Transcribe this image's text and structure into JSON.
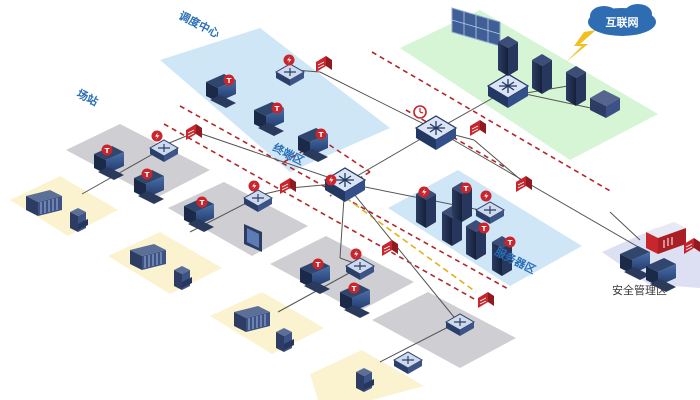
{
  "labels": {
    "dispatch_center": "调度中心",
    "station": "场站",
    "terminal_zone": "终端区",
    "service_zone": "服务器区",
    "internet": "互联网",
    "security_mgmt": "安全管理区"
  },
  "colors": {
    "dispatch_zone": "#cfe6f7",
    "internet_zone": "#d5f5d5",
    "server_zone": "#cfe6f7",
    "station_zone": "#cfcfd3",
    "field_zone": "#fbf3cf",
    "mgmt_zone": "#dde0f3",
    "red_dash": "#b3262b",
    "yellow_dash": "#e0b31a",
    "cloud": "#2f6db3",
    "link": "#555555"
  },
  "icons": {
    "switch": "switch-icon",
    "terminal": "terminal-icon",
    "firewall": "firewall-icon",
    "security_device": "security-device-icon",
    "server": "server-icon",
    "plc": "plc-icon",
    "rtu": "rtu-icon",
    "video_wall": "video-wall-icon",
    "cloud": "cloud-icon",
    "lightning": "lightning-icon",
    "audit": "audit-icon",
    "printer": "printer-icon"
  }
}
